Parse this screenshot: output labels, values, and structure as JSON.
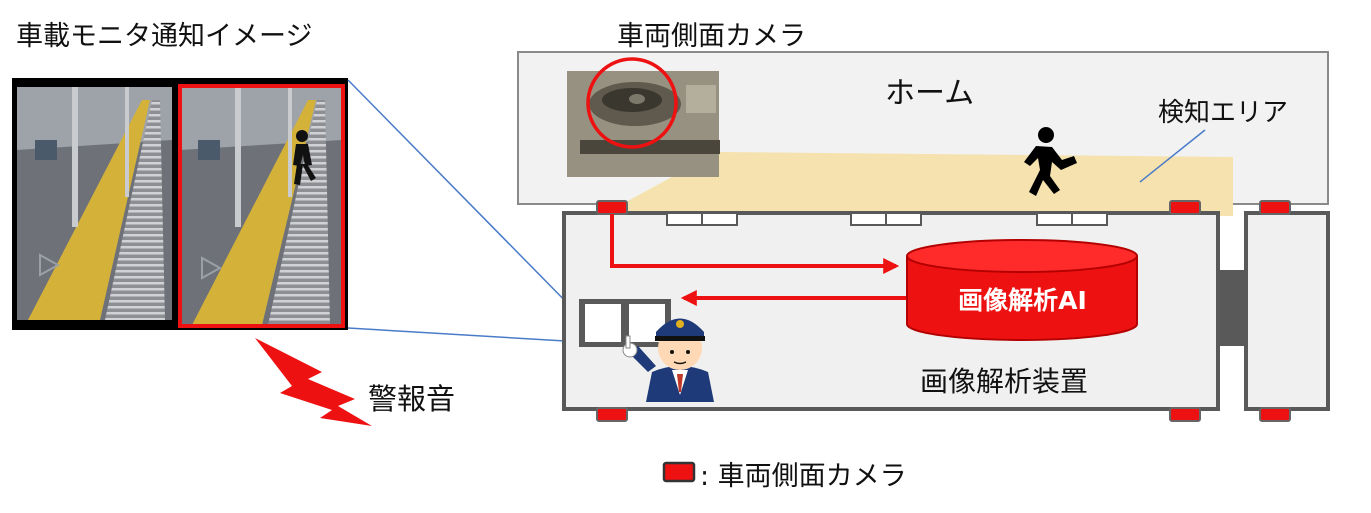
{
  "labels": {
    "monitor_title": "車載モニタ通知イメージ",
    "camera_title": "車両側面カメラ",
    "platform": "ホーム",
    "detection_area": "検知エリア",
    "alarm": "警報音",
    "ai_box": "画像解析AI",
    "device": "画像解析装置",
    "legend_text": ": 車両側面カメラ"
  },
  "colors": {
    "accent_red": "#ee1111",
    "dark_red": "#b30000",
    "detection_area": "#f6e2ae",
    "platform_fill": "#f2f2f2",
    "train_body": "#f0f0f0",
    "frame_gray": "#595959",
    "callout_blue": "#4a7bc8",
    "tactile_yellow": "#d4b23a"
  },
  "icons": {
    "running_person": "running-person-icon",
    "conductor": "conductor-icon",
    "alarm_bolt": "lightning-bolt-icon",
    "camera_photo": "camera-photo"
  }
}
